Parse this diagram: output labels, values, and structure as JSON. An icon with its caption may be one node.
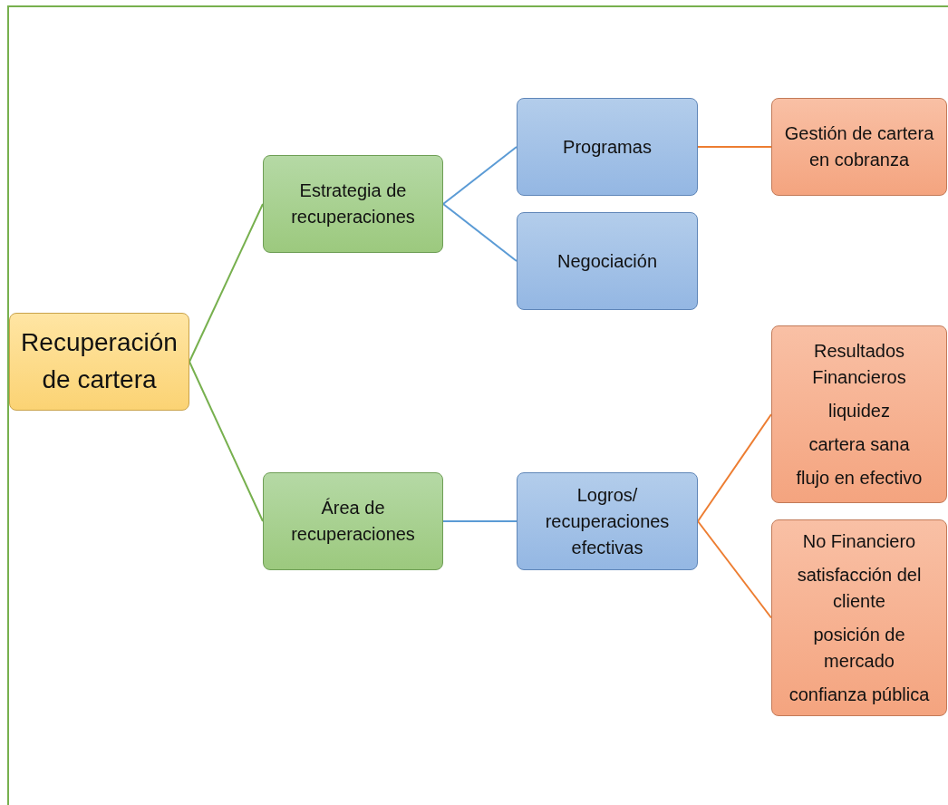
{
  "diagram": {
    "nodes": [
      {
        "text": [
          "Recuperación de cartera"
        ]
      },
      {
        "text": [
          "Estrategia de recuperaciones"
        ]
      },
      {
        "text": [
          "Área de recuperaciones"
        ]
      },
      {
        "text": [
          "Programas"
        ]
      },
      {
        "text": [
          "Negociación"
        ]
      },
      {
        "text": [
          "Logros/ recuperaciones efectivas"
        ]
      },
      {
        "text": [
          "Gestión de cartera en cobranza"
        ]
      },
      {
        "text": [
          "Resultados Financieros",
          "liquidez",
          "cartera sana",
          "flujo en efectivo"
        ]
      },
      {
        "text": [
          "No Financiero",
          "satisfacción del cliente",
          "posición de mercado",
          "confianza pública"
        ]
      }
    ],
    "edges": [
      {
        "from": 0,
        "to": 1,
        "arrow": "none",
        "color": "#77b04e"
      },
      {
        "from": 0,
        "to": 2,
        "arrow": "none",
        "color": "#77b04e"
      },
      {
        "from": 1,
        "to": 3,
        "arrow": "none",
        "color": "#5b9bd5"
      },
      {
        "from": 1,
        "to": 4,
        "arrow": "none",
        "color": "#5b9bd5"
      },
      {
        "from": 2,
        "to": 5,
        "arrow": "none",
        "color": "#5b9bd5"
      },
      {
        "from": 3,
        "to": 6,
        "arrow": "none",
        "color": "#ed7d31"
      },
      {
        "from": 5,
        "to": 7,
        "arrow": "none",
        "color": "#ed7d31"
      },
      {
        "from": 5,
        "to": 8,
        "arrow": "none",
        "color": "#ed7d31"
      }
    ]
  }
}
